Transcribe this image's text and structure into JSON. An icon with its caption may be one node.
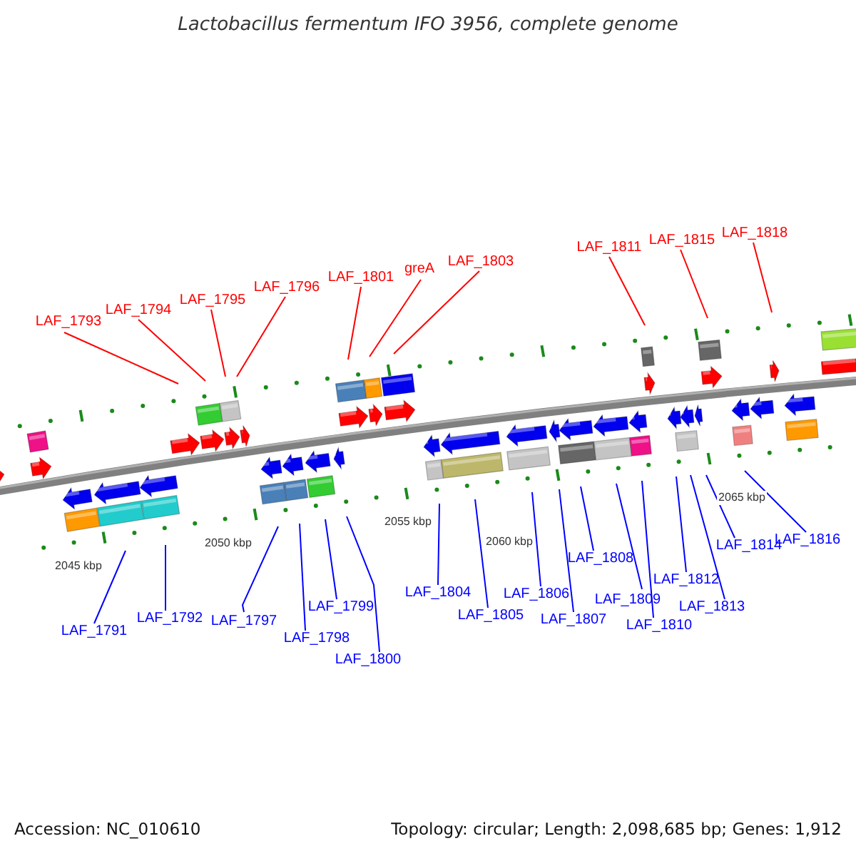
{
  "diagram": {
    "title": "Lactobacillus fermentum IFO 3956, complete genome",
    "nodes": [
      {
        "text": [
          "LAF_1793"
        ]
      },
      {
        "text": [
          "LAF_1794"
        ]
      },
      {
        "text": [
          "LAF_1795"
        ]
      },
      {
        "text": [
          "LAF_1796"
        ]
      },
      {
        "text": [
          "LAF_1801"
        ]
      },
      {
        "text": [
          "greA"
        ]
      },
      {
        "text": [
          "LAF_1803"
        ]
      },
      {
        "text": [
          "LAF_1811"
        ]
      },
      {
        "text": [
          "LAF_1815"
        ]
      },
      {
        "text": [
          "LAF_1818"
        ]
      },
      {
        "text": [
          "LAF_1791"
        ]
      },
      {
        "text": [
          "LAF_1792"
        ]
      },
      {
        "text": [
          "LAF_1797"
        ]
      },
      {
        "text": [
          "LAF_1798"
        ]
      },
      {
        "text": [
          "LAF_1799"
        ]
      },
      {
        "text": [
          "LAF_1800"
        ]
      },
      {
        "text": [
          "LAF_1804"
        ]
      },
      {
        "text": [
          "LAF_1805"
        ]
      },
      {
        "text": [
          "LAF_1806"
        ]
      },
      {
        "text": [
          "LAF_1807"
        ]
      },
      {
        "text": [
          "LAF_1808"
        ]
      },
      {
        "text": [
          "LAF_1809"
        ]
      },
      {
        "text": [
          "LAF_1810"
        ]
      },
      {
        "text": [
          "LAF_1812"
        ]
      },
      {
        "text": [
          "LAF_1813"
        ]
      },
      {
        "text": [
          "LAF_1814"
        ]
      },
      {
        "text": [
          "LAF_1816"
        ]
      }
    ],
    "edges": [
      {
        "from": 0,
        "to": null,
        "arrow": "none",
        "color": "#ff0000"
      },
      {
        "from": 1,
        "to": null,
        "arrow": "none",
        "color": "#ff0000"
      },
      {
        "from": 2,
        "to": null,
        "arrow": "none",
        "color": "#ff0000"
      },
      {
        "from": 3,
        "to": null,
        "arrow": "none",
        "color": "#ff0000"
      },
      {
        "from": 4,
        "to": null,
        "arrow": "none",
        "color": "#ff0000"
      },
      {
        "from": 5,
        "to": null,
        "arrow": "none",
        "color": "#ff0000"
      },
      {
        "from": 6,
        "to": null,
        "arrow": "none",
        "color": "#ff0000"
      },
      {
        "from": 7,
        "to": null,
        "arrow": "none",
        "color": "#ff0000"
      },
      {
        "from": 8,
        "to": null,
        "arrow": "none",
        "color": "#ff0000"
      },
      {
        "from": 9,
        "to": null,
        "arrow": "none",
        "color": "#ff0000"
      },
      {
        "from": 10,
        "to": null,
        "arrow": "none"
      },
      {
        "from": 11,
        "to": null,
        "arrow": "none"
      },
      {
        "from": 12,
        "to": null,
        "arrow": "none"
      },
      {
        "from": 13,
        "to": null,
        "arrow": "none"
      },
      {
        "from": 14,
        "to": null,
        "arrow": "none"
      },
      {
        "from": 15,
        "to": null,
        "arrow": "none"
      },
      {
        "from": 16,
        "to": null,
        "arrow": "none"
      },
      {
        "from": 17,
        "to": null,
        "arrow": "none"
      },
      {
        "from": 18,
        "to": null,
        "arrow": "none"
      },
      {
        "from": 19,
        "to": null,
        "arrow": "none"
      },
      {
        "from": 20,
        "to": null,
        "arrow": "none"
      },
      {
        "from": 21,
        "to": null,
        "arrow": "none"
      },
      {
        "from": 22,
        "to": null,
        "arrow": "none"
      },
      {
        "from": 23,
        "to": null,
        "arrow": "none"
      },
      {
        "from": 24,
        "to": null,
        "arrow": "none"
      },
      {
        "from": 25,
        "to": null,
        "arrow": "none"
      },
      {
        "from": 26,
        "to": null,
        "arrow": "none"
      }
    ],
    "labels": [
      "2045 kbp",
      "2050 kbp",
      "2055 kbp",
      "2060 kbp",
      "2065 kbp",
      "Accession: NC_010610",
      "Topology: circular; Length: 2,098,685 bp; Genes: 1,912"
    ]
  }
}
